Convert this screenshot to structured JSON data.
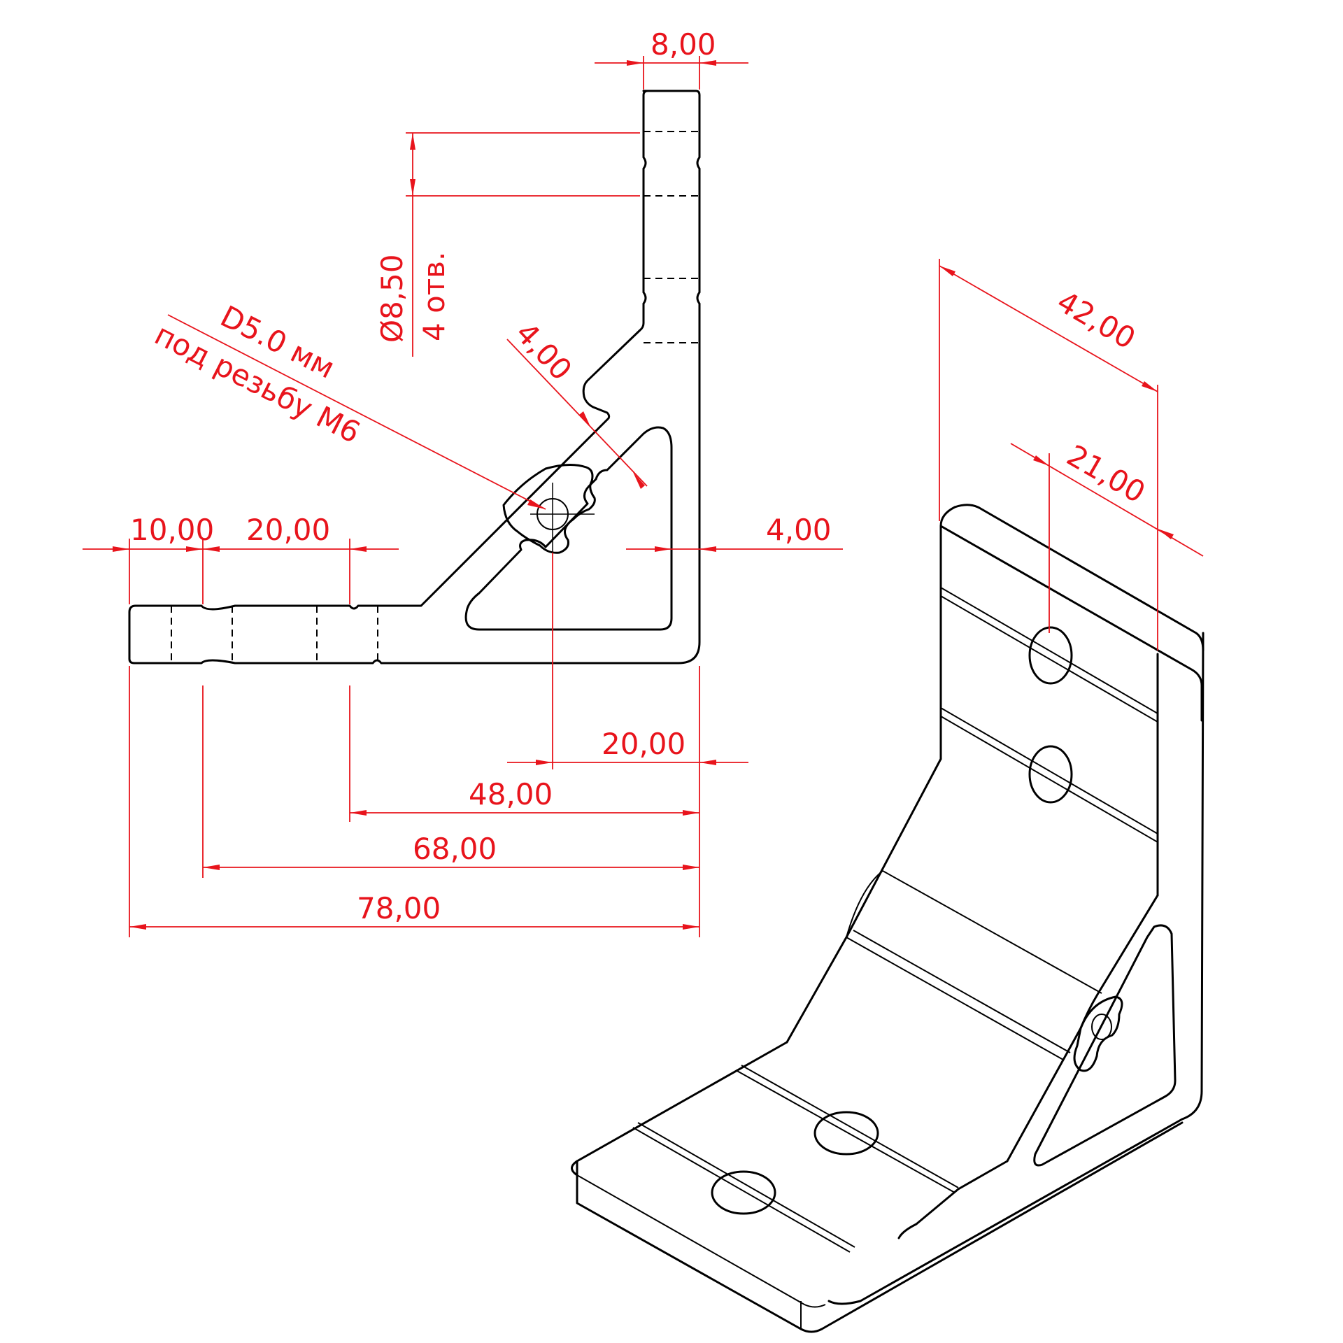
{
  "drawing": {
    "dim_top_width": "8,00",
    "hole_diameter": "Ø8,50",
    "hole_count": "4 отв.",
    "thread_hole": "D5.0 мм",
    "thread_note": "под резьбу М6",
    "dim_chamfer": "4,00",
    "dim_left_10": "10,00",
    "dim_left_20": "20,00",
    "dim_wall": "4,00",
    "dim_center_20": "20,00",
    "dim_48": "48,00",
    "dim_68": "68,00",
    "dim_78": "78,00",
    "dim_width_42": "42,00",
    "dim_width_21": "21,00"
  },
  "colors": {
    "dimension": "#e8141c",
    "outline": "#000000",
    "background": "#ffffff"
  }
}
